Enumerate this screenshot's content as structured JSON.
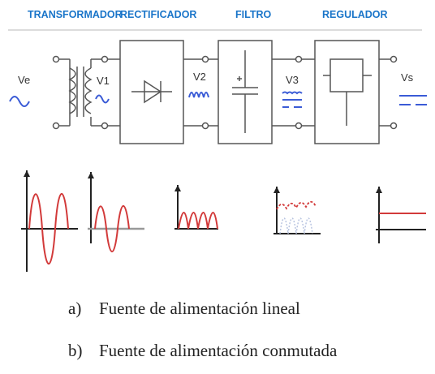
{
  "stages": [
    "TRANSFORMADOR",
    "RECTIFICADOR",
    "FILTRO",
    "REGULADOR"
  ],
  "signal_labels": [
    "Ve",
    "V1",
    "V2",
    "V3",
    "Vs"
  ],
  "options": [
    {
      "marker": "a)",
      "text": "Fuente de alimentación lineal"
    },
    {
      "marker": "b)",
      "text": "Fuente de alimentación conmutada"
    }
  ],
  "colors": {
    "header": "#1a75c9",
    "line": "#555555",
    "signal_blue": "#3a5bd6",
    "waveform_red": "#d23a3a",
    "axis": "#222222"
  }
}
